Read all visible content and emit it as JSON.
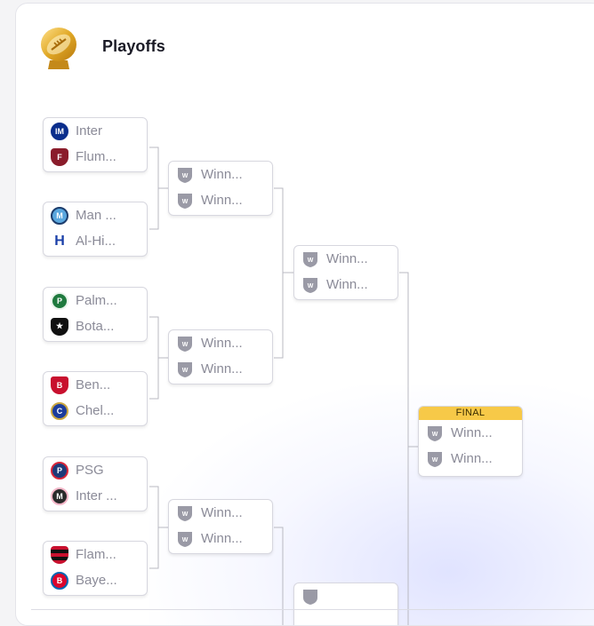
{
  "header": {
    "title": "Playoffs",
    "logo_icon": "gold-trophy-football-icon"
  },
  "final_label": "FINAL",
  "round_of_16": [
    {
      "top": {
        "name": "Inter",
        "icon": "inter-crest-icon",
        "color": "#0b2e8c"
      },
      "bottom": {
        "name": "Flum...",
        "icon": "fluminense-crest-icon",
        "color": "#8a1c2b"
      }
    },
    {
      "top": {
        "name": "Man ...",
        "icon": "man-city-crest-icon",
        "color": "#5aa7de"
      },
      "bottom": {
        "name": "Al-Hi...",
        "icon": "al-hilal-crest-icon",
        "color": "#1a3fa8"
      }
    },
    {
      "top": {
        "name": "Palm...",
        "icon": "palmeiras-crest-icon",
        "color": "#1f7a3e"
      },
      "bottom": {
        "name": "Bota...",
        "icon": "botafogo-crest-icon",
        "color": "#111111"
      }
    },
    {
      "top": {
        "name": "Ben...",
        "icon": "benfica-crest-icon",
        "color": "#c8102e"
      },
      "bottom": {
        "name": "Chel...",
        "icon": "chelsea-crest-icon",
        "color": "#1c3c9c"
      }
    },
    {
      "top": {
        "name": "PSG",
        "icon": "psg-crest-icon",
        "color": "#1d3a78"
      },
      "bottom": {
        "name": "Inter ...",
        "icon": "inter-miami-crest-icon",
        "color": "#2a2a2a"
      }
    },
    {
      "top": {
        "name": "Flam...",
        "icon": "flamengo-crest-icon",
        "color": "#c8102e"
      },
      "bottom": {
        "name": "Baye...",
        "icon": "bayern-crest-icon",
        "color": "#dc052d"
      }
    }
  ],
  "winner_placeholder": "Winn...",
  "winner_icon": "winner-shield-icon"
}
